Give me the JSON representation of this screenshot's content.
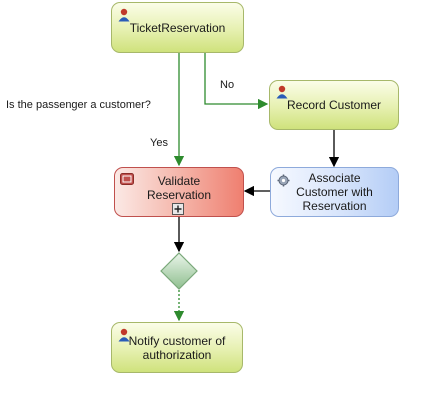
{
  "nodes": {
    "ticket_reservation": "TicketReservation",
    "record_customer": "Record Customer",
    "validate_reservation": "Validate Reservation",
    "associate_customer": "Associate Customer with Reservation",
    "notify_customer": "Notify customer of authorization"
  },
  "labels": {
    "question": "Is the passenger a customer?",
    "no": "No",
    "yes": "Yes"
  },
  "colors": {
    "user_task": "#d9e89a",
    "subprocess": "#f08070",
    "service_task": "#c5d8f8",
    "gateway": "#9fc79f",
    "flow_green": "#2e8b2e",
    "flow_black": "#000000"
  },
  "icons": {
    "user_task": "user-icon",
    "subprocess": "subprocess-icon",
    "service_task": "service-gear-icon",
    "expand": "plus-icon"
  }
}
